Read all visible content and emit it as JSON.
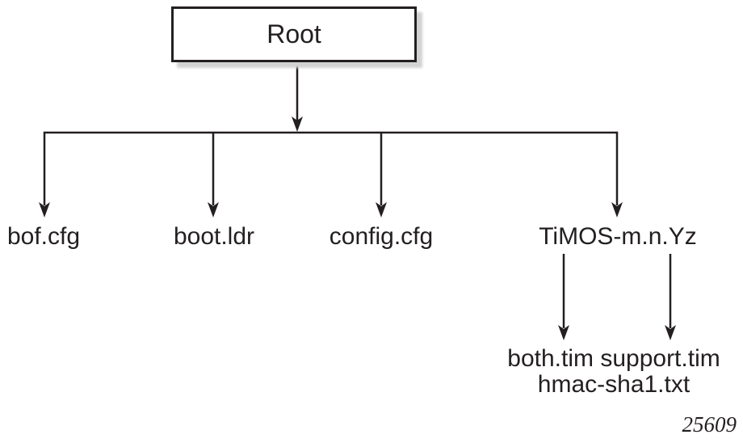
{
  "colors": {
    "line": "#231f20",
    "text": "#231f20",
    "shadow": "#d2d2d2",
    "background": "#ffffff"
  },
  "diagram": {
    "root": {
      "label": "Root"
    },
    "children": [
      {
        "label": "bof.cfg"
      },
      {
        "label": "boot.ldr"
      },
      {
        "label": "config.cfg"
      },
      {
        "label": "TiMOS-m.n.Yz"
      }
    ],
    "timos_files": {
      "lines": [
        "both.tim support.tim",
        "hmac-sha1.txt"
      ]
    },
    "figure_number": "25609"
  }
}
